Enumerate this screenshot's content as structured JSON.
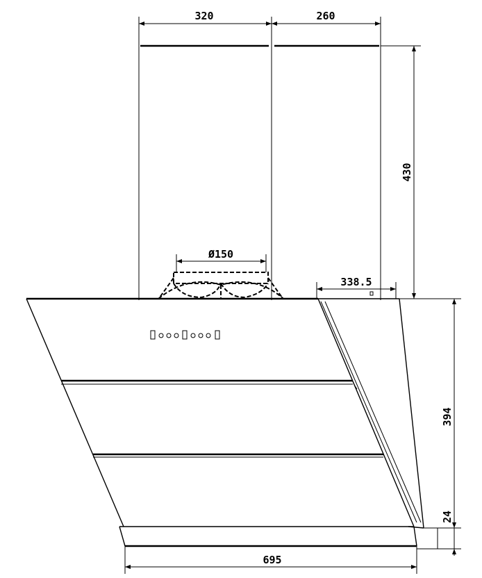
{
  "dimensions": {
    "chimney_width_front": "320",
    "chimney_width_side": "260",
    "chimney_height": "430",
    "duct_diameter": "Ø150",
    "depth_top": "338.5",
    "hood_height": "394",
    "bottom_strip_height": "24",
    "hood_width": "695"
  },
  "control_panel": {
    "buttons": [
      "▯",
      "o",
      "o",
      "o",
      "▯",
      "o",
      "o",
      "o",
      "▯"
    ]
  },
  "colors": {
    "line": "#000000",
    "background": "#ffffff"
  }
}
